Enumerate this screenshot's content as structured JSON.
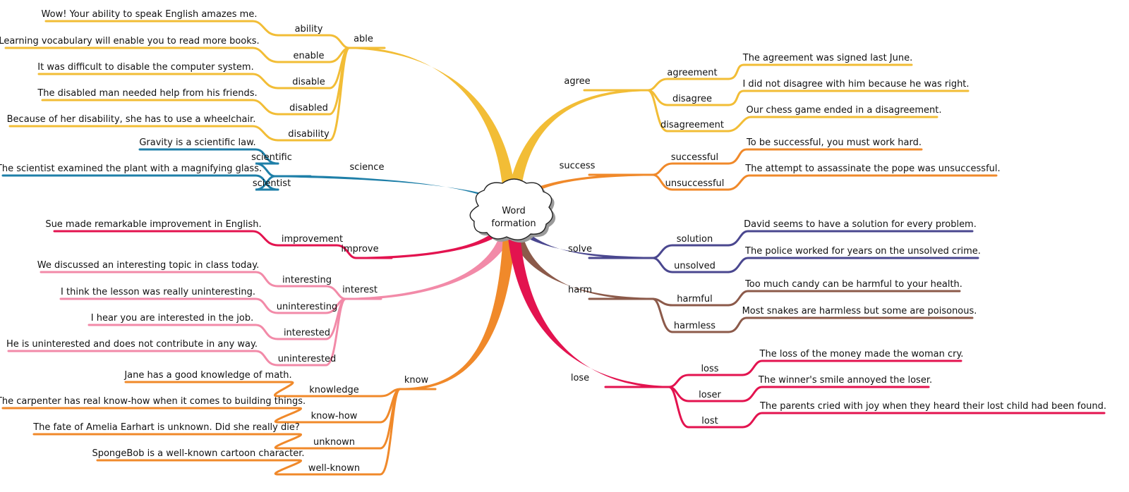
{
  "center": {
    "line1": "Word",
    "line2": "formation"
  },
  "branches": [
    {
      "id": "able",
      "label": "able",
      "color": "#f2bd36",
      "children": [
        {
          "word": "ability",
          "sentence": "Wow! Your ability to speak English amazes me."
        },
        {
          "word": "enable",
          "sentence": "Learning vocabulary will enable you to read more books."
        },
        {
          "word": "disable",
          "sentence": "It was difficult to disable the computer system."
        },
        {
          "word": "disabled",
          "sentence": "The disabled man needed help from his friends."
        },
        {
          "word": "disability",
          "sentence": "Because of her disability, she has to use a wheelchair."
        }
      ]
    },
    {
      "id": "science",
      "label": "science",
      "color": "#1e7fa8",
      "children": [
        {
          "word": "scientific",
          "sentence": "Gravity is a scientific law."
        },
        {
          "word": "scientist",
          "sentence": "The scientist examined the plant with a magnifying glass."
        }
      ]
    },
    {
      "id": "improve",
      "label": "improve",
      "color": "#e3134f",
      "children": [
        {
          "word": "improvement",
          "sentence": "Sue made remarkable improvement in English."
        }
      ]
    },
    {
      "id": "interest",
      "label": "interest",
      "color": "#f28aa8",
      "children": [
        {
          "word": "interesting",
          "sentence": "We discussed an interesting topic in class today."
        },
        {
          "word": "uninteresting",
          "sentence": "I think the lesson was really uninteresting."
        },
        {
          "word": "interested",
          "sentence": "I hear you are interested in the job."
        },
        {
          "word": "uninterested",
          "sentence": "He is uninterested and does not contribute in any way."
        }
      ]
    },
    {
      "id": "know",
      "label": "know",
      "color": "#f0892a",
      "children": [
        {
          "word": "knowledge",
          "sentence": "Jane has a good knowledge of math."
        },
        {
          "word": "know-how",
          "sentence": "The carpenter has real know-how when it comes to building things."
        },
        {
          "word": "unknown",
          "sentence": "The fate of Amelia Earhart is unknown.  Did she really die?"
        },
        {
          "word": "well-known",
          "sentence": "SpongeBob is a well-known cartoon character."
        }
      ]
    },
    {
      "id": "agree",
      "label": "agree",
      "color": "#f2bd36",
      "children": [
        {
          "word": "agreement",
          "sentence": "The agreement was signed last June."
        },
        {
          "word": "disagree",
          "sentence": "I did not disagree with him because he was right."
        },
        {
          "word": "disagreement",
          "sentence": "Our chess game ended in a disagreement."
        }
      ]
    },
    {
      "id": "success",
      "label": "success",
      "color": "#f0892a",
      "children": [
        {
          "word": "successful",
          "sentence": "To be successful, you must work hard."
        },
        {
          "word": "unsuccessful",
          "sentence": "The attempt to assassinate the pope was unsuccessful."
        }
      ]
    },
    {
      "id": "solve",
      "label": "solve",
      "color": "#4a478f",
      "children": [
        {
          "word": "solution",
          "sentence": "David seems to have a solution for every problem."
        },
        {
          "word": "unsolved",
          "sentence": "The police worked for years on the unsolved crime."
        }
      ]
    },
    {
      "id": "harm",
      "label": "harm",
      "color": "#8c5a4a",
      "children": [
        {
          "word": "harmful",
          "sentence": "Too much candy can be harmful to your health."
        },
        {
          "word": "harmless",
          "sentence": "Most snakes are harmless but some are poisonous."
        }
      ]
    },
    {
      "id": "lose",
      "label": "lose",
      "color": "#e3134f",
      "children": [
        {
          "word": "loss",
          "sentence": "The loss of the money made the woman cry."
        },
        {
          "word": "loser",
          "sentence": "The winner's smile annoyed the loser."
        },
        {
          "word": "lost",
          "sentence": "The parents cried with joy when they heard their lost child had been found."
        }
      ]
    }
  ]
}
